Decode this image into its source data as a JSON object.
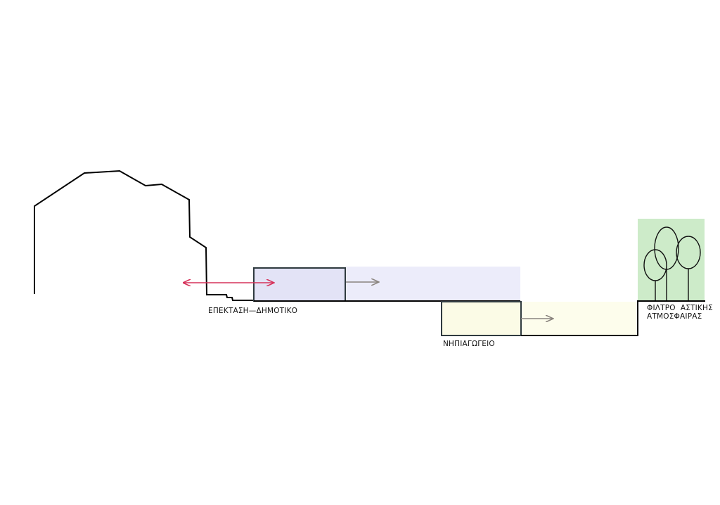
{
  "labels": {
    "extension": "ΕΠΕΚΤΑΣΗ—ΔΗΜΟΤΙΚΟ",
    "kindergarten": "ΝΗΠΙΑΓΩΓΕΙΟ",
    "filter_line1": "ΦΙΛΤΡΟ  ΑΣΤΙΚΗΣ",
    "filter_line2": "ΑΤΜΟΣΦΑΙΡΑΣ"
  },
  "colors": {
    "extension_zone": "#ececfa",
    "extension_block": "#e3e3f6",
    "kindergarten_zone": "#fdfdec",
    "kindergarten_block": "#fbfbe6",
    "green_filter": "#cdebc9",
    "grey_arrow": "#8a847e",
    "red_arrow": "#d6325a",
    "line": "#000000"
  },
  "icons": {
    "trees": "tree-icon",
    "arrows": "arrow-icon"
  }
}
